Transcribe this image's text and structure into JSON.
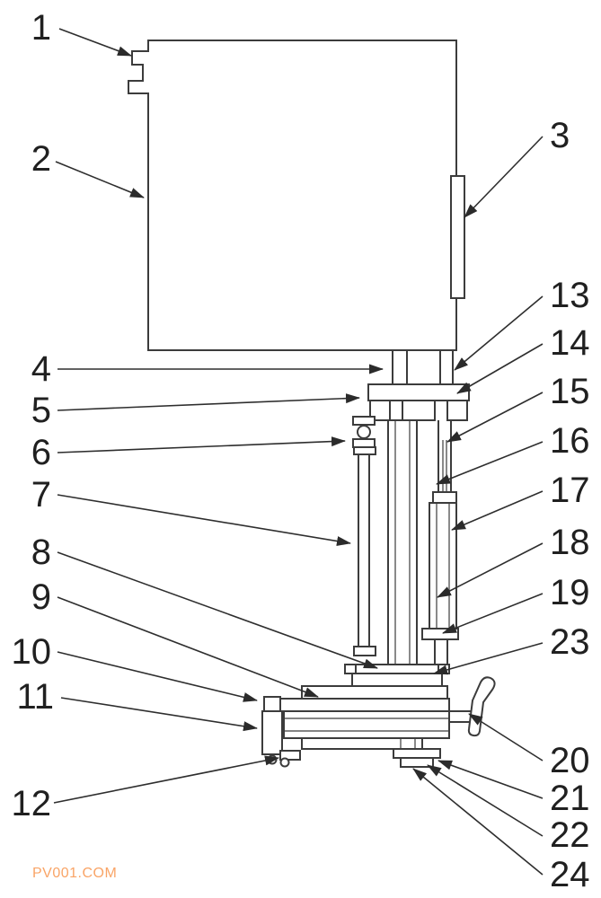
{
  "diagram": {
    "watermark": "PV001.COM",
    "colors": {
      "line": "#3c3c3c",
      "label": "#202020",
      "watermark": "#f9a466",
      "background": "#ffffff"
    },
    "callouts": {
      "c1": "1",
      "c2": "2",
      "c3": "3",
      "c4": "4",
      "c5": "5",
      "c6": "6",
      "c7": "7",
      "c8": "8",
      "c9": "9",
      "c10": "10",
      "c11": "11",
      "c12": "12",
      "c13": "13",
      "c14": "14",
      "c15": "15",
      "c16": "16",
      "c17": "17",
      "c18": "18",
      "c19": "19",
      "c20": "20",
      "c21": "21",
      "c22": "22",
      "c23": "23",
      "c24": "24"
    }
  }
}
